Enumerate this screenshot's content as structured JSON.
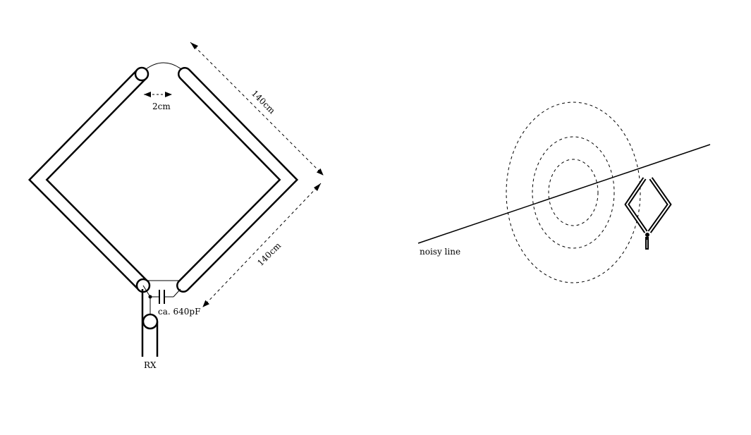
{
  "labels": {
    "gap": "2cm",
    "side_top": "140cm",
    "side_bottom": "140cm",
    "capacitor": "ca. 640pF",
    "receiver": "RX",
    "noisy_line": "noisy line"
  },
  "colors": {
    "ink": "#000000",
    "background": "#ffffff"
  }
}
